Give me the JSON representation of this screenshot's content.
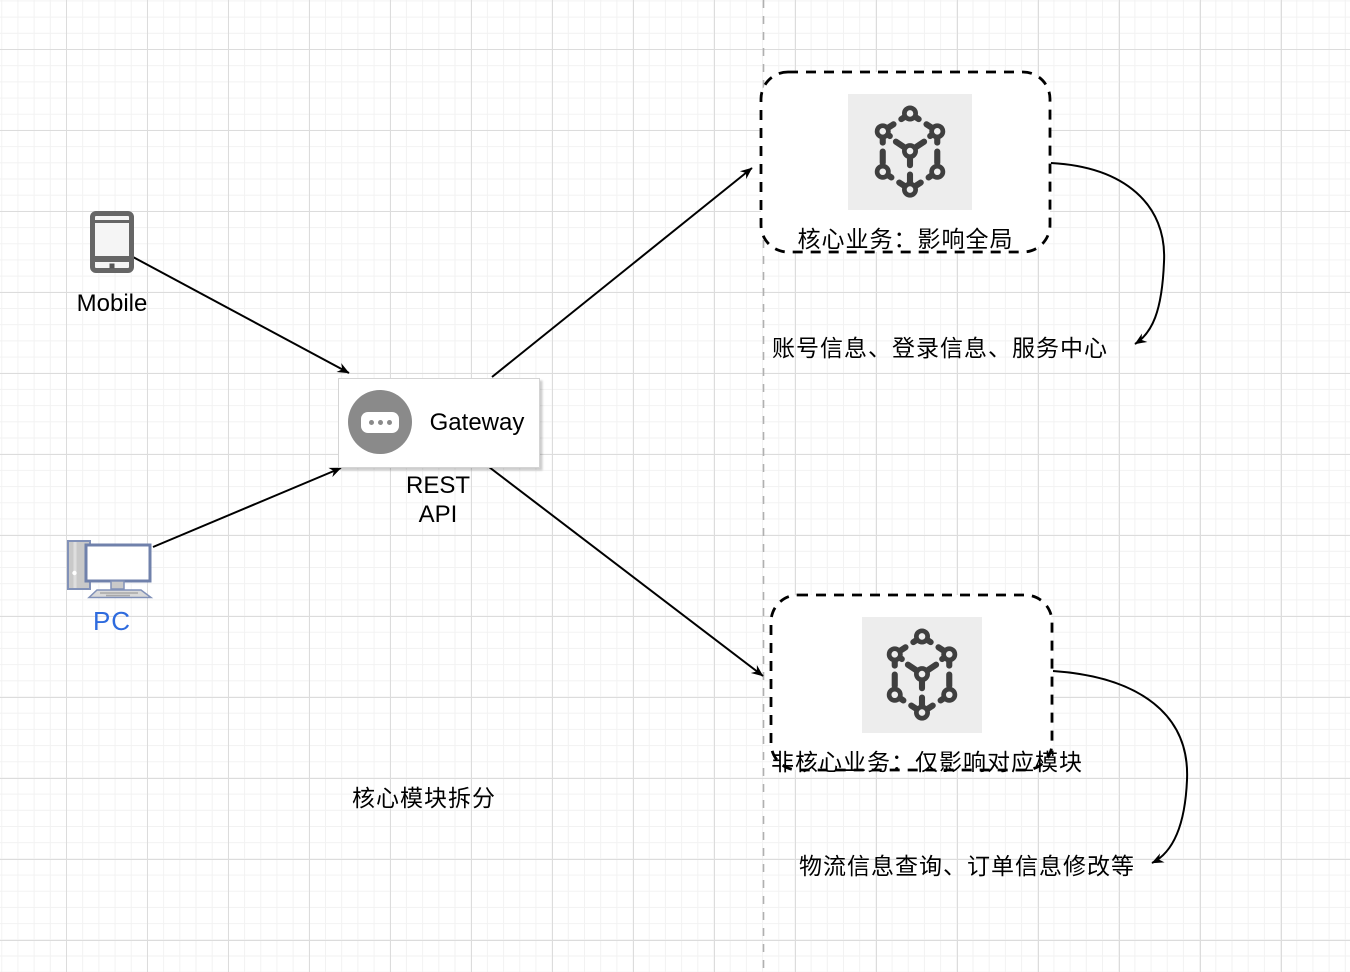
{
  "diagram": {
    "nodes": {
      "mobile": {
        "label": "Mobile"
      },
      "pc": {
        "label": "PC"
      },
      "gateway": {
        "label": "Gateway",
        "sublabel": [
          "REST",
          "API"
        ]
      },
      "core_service": {
        "label": "核心业务：影响全局"
      },
      "noncore_service": {
        "label": "非核心业务：仅影响对应模块"
      }
    },
    "annotations": {
      "core_detail": "账号信息、登录信息、服务中心",
      "noncore_detail": "物流信息查询、订单信息修改等",
      "caption": "核心模块拆分"
    },
    "icons": {
      "mobile": "smartphone-icon",
      "pc": "desktop-computer-icon",
      "gateway": "ellipsis-bubble-icon",
      "core_service": "cube-wireframe-icon",
      "noncore_service": "cube-wireframe-icon"
    },
    "colors": {
      "pc_label": "#2E6BDE",
      "edge": "#000000",
      "dashed_border": "#000000",
      "gateway_icon_bg": "#8A8A8A",
      "cube_stroke": "#3F3F3F",
      "icon_tile_bg": "#EDEDED",
      "divider": "#B0B0B0",
      "grid_minor": "#F2F2F2",
      "grid_major": "#DCDCDC"
    }
  }
}
